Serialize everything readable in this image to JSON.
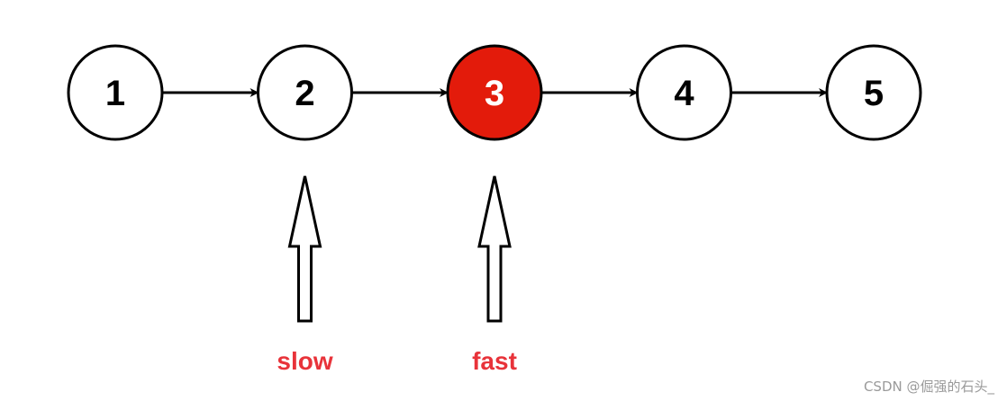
{
  "diagram": {
    "nodes": [
      {
        "id": "n1",
        "label": "1",
        "fill": "#ffffff",
        "text_color": "#000000"
      },
      {
        "id": "n2",
        "label": "2",
        "fill": "#ffffff",
        "text_color": "#000000"
      },
      {
        "id": "n3",
        "label": "3",
        "fill": "#e31b0b",
        "text_color": "#ffffff"
      },
      {
        "id": "n4",
        "label": "4",
        "fill": "#ffffff",
        "text_color": "#000000"
      },
      {
        "id": "n5",
        "label": "5",
        "fill": "#ffffff",
        "text_color": "#000000"
      }
    ],
    "edges": [
      {
        "from": "n1",
        "to": "n2"
      },
      {
        "from": "n2",
        "to": "n3"
      },
      {
        "from": "n3",
        "to": "n4"
      },
      {
        "from": "n4",
        "to": "n5"
      }
    ],
    "pointers": [
      {
        "target": "n2",
        "label": "slow"
      },
      {
        "target": "n3",
        "label": "fast"
      }
    ],
    "colors": {
      "stroke": "#000000",
      "pointer_label": "#e8333a"
    }
  },
  "watermark": "CSDN @倔强的石头_"
}
